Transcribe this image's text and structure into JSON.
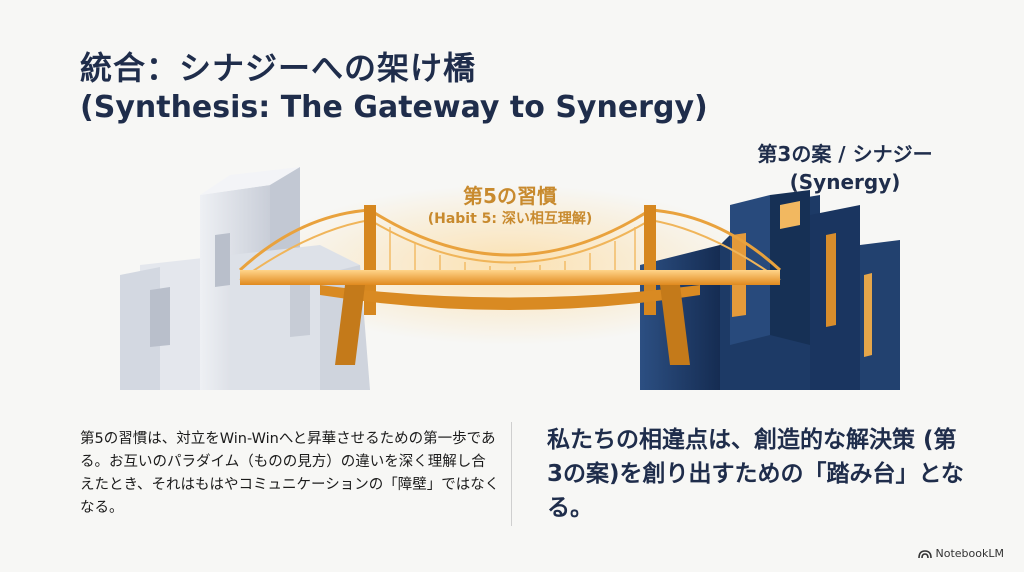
{
  "title": {
    "line1": "統合：シナジーへの架け橋",
    "line2": "(Synthesis: The Gateway to Synergy)"
  },
  "illustration": {
    "habit_label": "第5の習慣",
    "habit_sublabel": "(Habit 5: 深い相互理解)",
    "synergy_label": "第3の案 / シナジー",
    "synergy_sublabel": "(Synergy)",
    "colors": {
      "left_building": "#dfe3ea",
      "right_building": "#1f3d6b",
      "bridge_glow": "#f2a93b"
    }
  },
  "body": {
    "left_text": "第5の習慣は、対立をWin-Winへと昇華させるための第一歩である。お互いのパラダイム（ものの見方）の違いを深く理解し合えたとき、それはもはやコミュニケーションの「障壁」ではなくなる。",
    "right_text": "私たちの相違点は、創造的な解決策 (第3の案)を創り出すための「踏み台」となる。"
  },
  "brand": {
    "name": "NotebookLM",
    "icon": "notebooklm-logo-icon"
  }
}
